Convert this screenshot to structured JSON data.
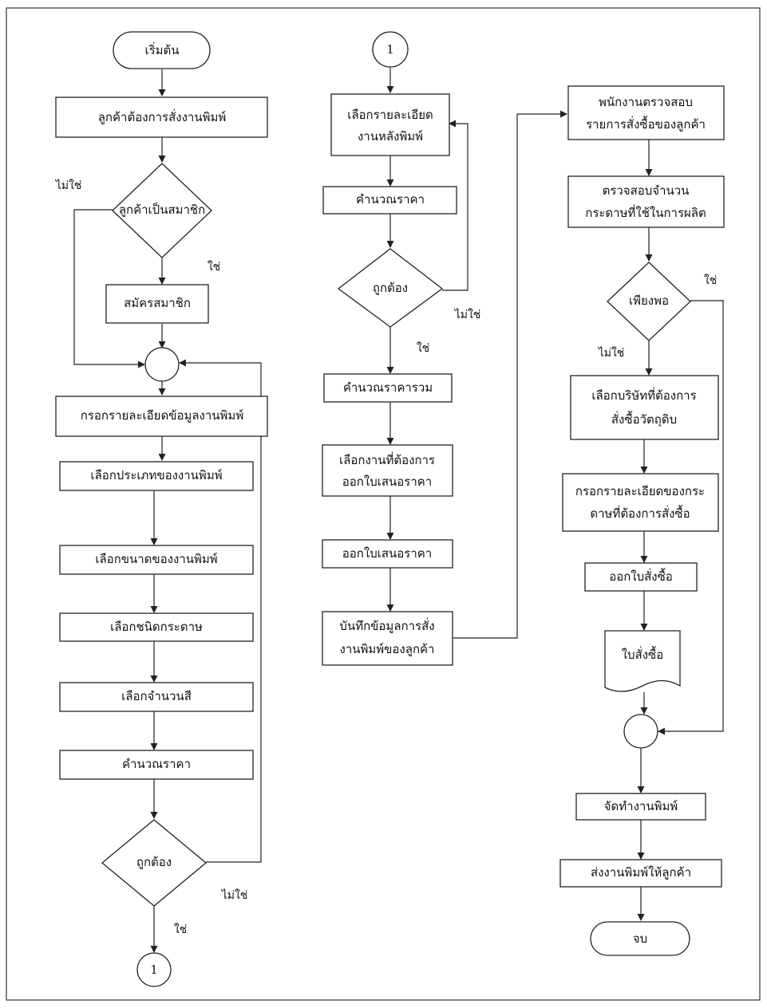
{
  "col1": {
    "start": "เริ่มต้น",
    "customer_order": "ลูกค้าต้องการสั่งงานพิมพ์",
    "is_member": "ลูกค้าเป็นสมาชิก",
    "no1": "ไม่ใช่",
    "yes1": "ใช่",
    "register": "สมัครสมาชิก",
    "fill_details": "กรอกรายละเอียดข้อมูลงานพิมพ์",
    "choose_type": "เลือกประเภทของงานพิมพ์",
    "choose_size": "เลือกขนาดของงานพิมพ์",
    "choose_paper": "เลือกชนิดกระดาษ",
    "choose_colors": "เลือกจำนวนสี",
    "calc_price": "คำนวณราคา",
    "correct": "ถูกต้อง",
    "no2": "ไม่ใช่",
    "yes2": "ใช่",
    "connector": "1"
  },
  "col2": {
    "connector": "1",
    "post_print_line1": "เลือกรายละเอียด",
    "post_print_line2": "งานหลังพิมพ์",
    "calc_price": "คำนวณราคา",
    "correct": "ถูกต้อง",
    "no": "ไม่ใช่",
    "yes": "ใช่",
    "calc_total": "คำนวณราคารวม",
    "select_quote_line1": "เลือกงานที่ต้องการ",
    "select_quote_line2": "ออกใบเสนอราคา",
    "issue_quote": "ออกใบเสนอราคา",
    "save_order_line1": "บันทึกข้อมูลการสั่ง",
    "save_order_line2": "งานพิมพ์ของลูกค้า"
  },
  "col3": {
    "staff_check_line1": "พนักงานตรวจสอบ",
    "staff_check_line2": "รายการสั่งซื้อของลูกค้า",
    "check_paper_line1": "ตรวจสอบจำนวน",
    "check_paper_line2": "กระดาษที่ใช้ในการผลิต",
    "enough": "เพียงพอ",
    "yes": "ใช่",
    "no": "ไม่ใช่",
    "choose_company_line1": "เลือกบริษัทที่ต้องการ",
    "choose_company_line2": "สั่งซื้อวัตถุดิบ",
    "fill_paper_line1": "กรอกรายละเอียดของกระ",
    "fill_paper_line2": "ดาษที่ต้องการสั่งซื้อ",
    "issue_po": "ออกใบสั่งซื้อ",
    "po_doc": "ใบสั่งซื้อ",
    "produce": "จัดทำงานพิมพ์",
    "deliver": "ส่งงานพิมพ์ให้ลูกค้า",
    "end": "จบ"
  },
  "colors": {
    "line": "#222222",
    "background": "#ffffff"
  }
}
